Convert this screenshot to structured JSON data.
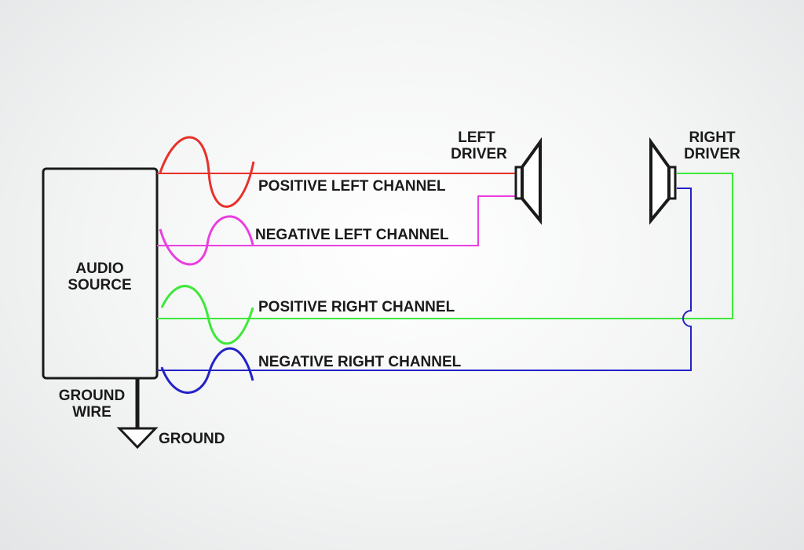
{
  "diagram": {
    "source_label": [
      "AUDIO",
      "SOURCE"
    ],
    "ground_wire_label": [
      "GROUND",
      "WIRE"
    ],
    "ground_label": "GROUND",
    "left_driver_label": [
      "LEFT",
      "DRIVER"
    ],
    "right_driver_label": [
      "RIGHT",
      "DRIVER"
    ],
    "channels": {
      "positive_left": "POSITIVE LEFT CHANNEL",
      "negative_left": "NEGATIVE LEFT CHANNEL",
      "positive_right": "POSITIVE RIGHT CHANNEL",
      "negative_right": "NEGATIVE RIGHT CHANNEL"
    },
    "colors": {
      "positive_left": "#e8302a",
      "negative_left": "#ea3fe0",
      "positive_right": "#3ee83a",
      "negative_right": "#2222c8",
      "outline": "#1a1a1a"
    }
  }
}
